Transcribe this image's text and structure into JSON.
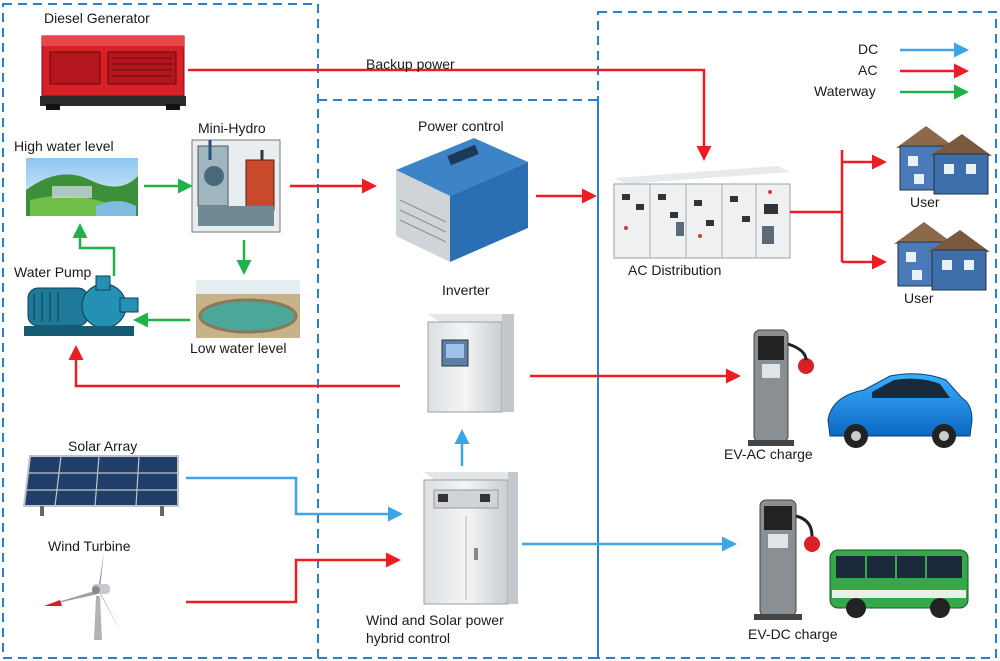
{
  "labels": {
    "diesel_generator": "Diesel  Generator",
    "backup_power": "Backup power",
    "mini_hydro": "Mini-Hydro",
    "high_water_level": "High  water level",
    "power_control": "Power control",
    "water_pump": "Water Pump",
    "low_water_level": "Low  water level",
    "inverter": "Inverter",
    "ac_distribution": "AC Distribution",
    "user_1": "User",
    "user_2": "User",
    "ev_ac_charge": "EV-AC charge",
    "solar_array": "Solar Array",
    "wind_turbine": "Wind Turbine",
    "hybrid_control_line1": "Wind and Solar power",
    "hybrid_control_line2": "hybrid control",
    "ev_dc_charge": "EV-DC charge"
  },
  "legend": [
    {
      "label": "DC",
      "color": "#3aa6e6"
    },
    {
      "label": "AC",
      "color": "#ee1c24"
    },
    {
      "label": "Waterway",
      "color": "#22b04b"
    }
  ],
  "colors": {
    "dc": "#3aa6e6",
    "ac": "#ee1c24",
    "waterway": "#22b04b",
    "box_border": "#2a7fd4"
  }
}
